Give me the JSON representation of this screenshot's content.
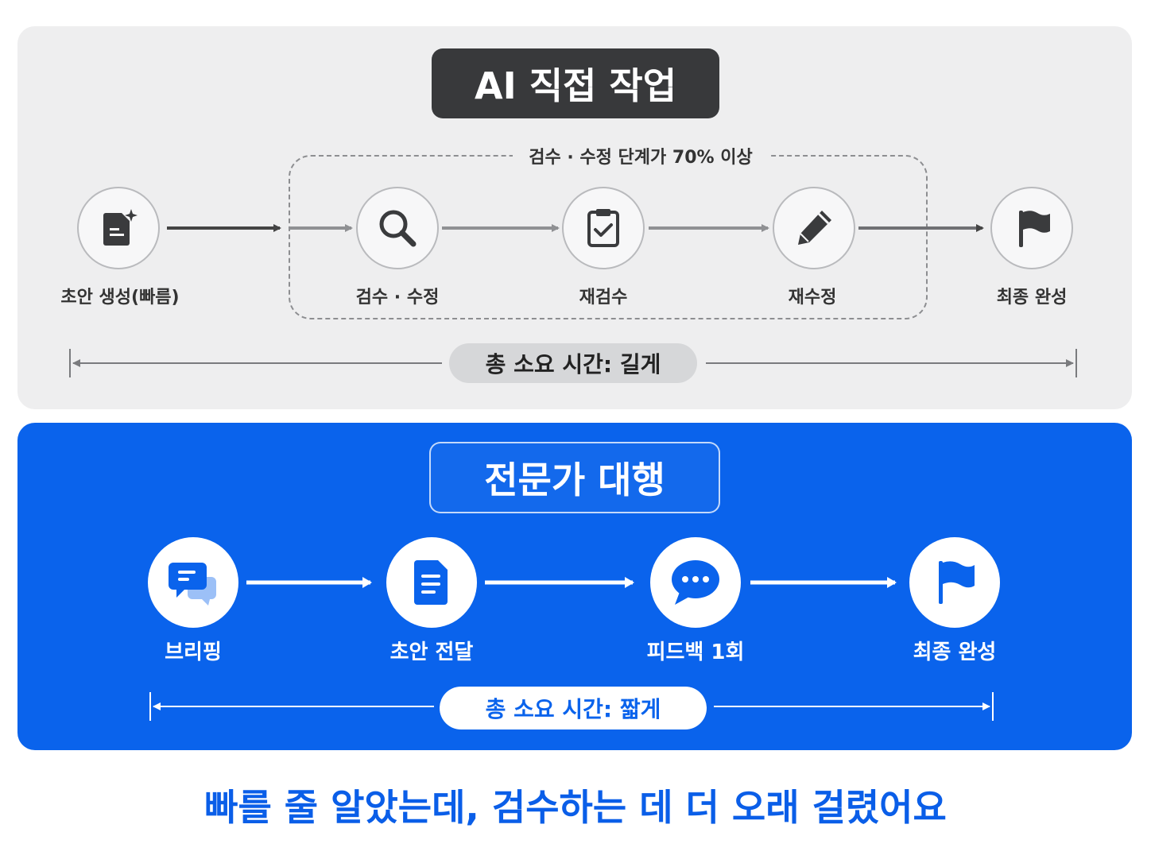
{
  "ai_section": {
    "title": "AI 직접 작업",
    "review_group_label": "검수 · 수정 단계가 70% 이상",
    "steps": [
      {
        "label": "초안 생성(빠름)",
        "icon": "document-sparkle-icon"
      },
      {
        "label": "검수 · 수정",
        "icon": "magnifier-icon"
      },
      {
        "label": "재검수",
        "icon": "clipboard-check-icon"
      },
      {
        "label": "재수정",
        "icon": "pencil-icon"
      },
      {
        "label": "최종 완성",
        "icon": "flag-icon"
      }
    ],
    "total_time": "총 소요 시간: 길게"
  },
  "expert_section": {
    "title": "전문가 대행",
    "steps": [
      {
        "label": "브리핑",
        "icon": "chat-bubbles-icon"
      },
      {
        "label": "초안 전달",
        "icon": "document-icon"
      },
      {
        "label": "피드백 1회",
        "icon": "speech-bubble-dots-icon"
      },
      {
        "label": "최종 완성",
        "icon": "flag-icon"
      }
    ],
    "total_time": "총 소요 시간: 짧게"
  },
  "caption": "빠를 줄 알았는데, 검수하는 데 더 오래 걸렸어요",
  "colors": {
    "expert_blue": "#0a63ec",
    "ai_panel": "#eeeeef",
    "ai_title_bg": "#38393b"
  }
}
